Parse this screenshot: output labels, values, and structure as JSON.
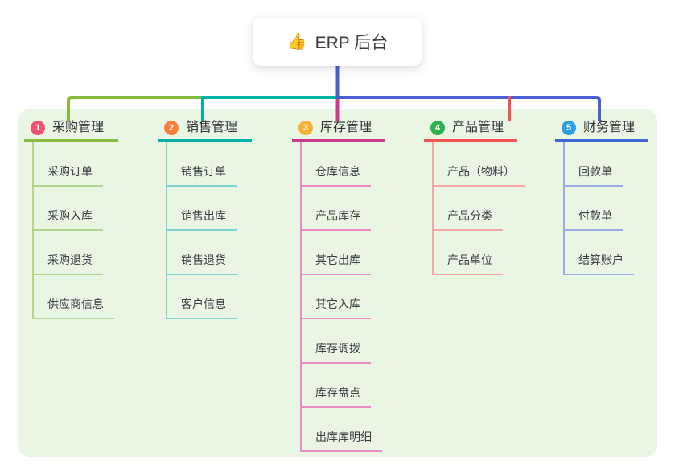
{
  "root": {
    "emoji": "👍",
    "label": "ERP 后台"
  },
  "branches": [
    {
      "num": "1",
      "label": "采购管理",
      "color": "#86bc3e",
      "light_color": "#b3d68c",
      "badge_color": "#f25271",
      "children": [
        "采购订单",
        "采购入库",
        "采购退货",
        "供应商信息"
      ]
    },
    {
      "num": "2",
      "label": "销售管理",
      "color": "#00b3a6",
      "light_color": "#80d6ce",
      "badge_color": "#fa7d3c",
      "children": [
        "销售订单",
        "销售出库",
        "销售退货",
        "客户信息"
      ]
    },
    {
      "num": "3",
      "label": "库存管理",
      "color": "#ce3a90",
      "light_color": "#e78cc4",
      "badge_color": "#f8b133",
      "children": [
        "仓库信息",
        "产品库存",
        "其它出库",
        "其它入库",
        "库存调拨",
        "库存盘点",
        "出库库明细"
      ]
    },
    {
      "num": "4",
      "label": "产品管理",
      "color": "#f35353",
      "light_color": "#f8a7a4",
      "badge_color": "#2cb24c",
      "children": [
        "产品（物料）",
        "产品分类",
        "产品单位"
      ]
    },
    {
      "num": "5",
      "label": "财务管理",
      "color": "#3f66d4",
      "light_color": "#9aace3",
      "badge_color": "#2d9ee0",
      "children": [
        "回款单",
        "付款单",
        "结算账户"
      ]
    }
  ],
  "palette": {
    "canvas_bg": "#e9f6e3",
    "root_connector_blue": "#4a5fd0",
    "connector_green": "#86bc3e",
    "connector_teal": "#00b3a6",
    "connector_magenta": "#ce3a90",
    "connector_red": "#f35353"
  }
}
